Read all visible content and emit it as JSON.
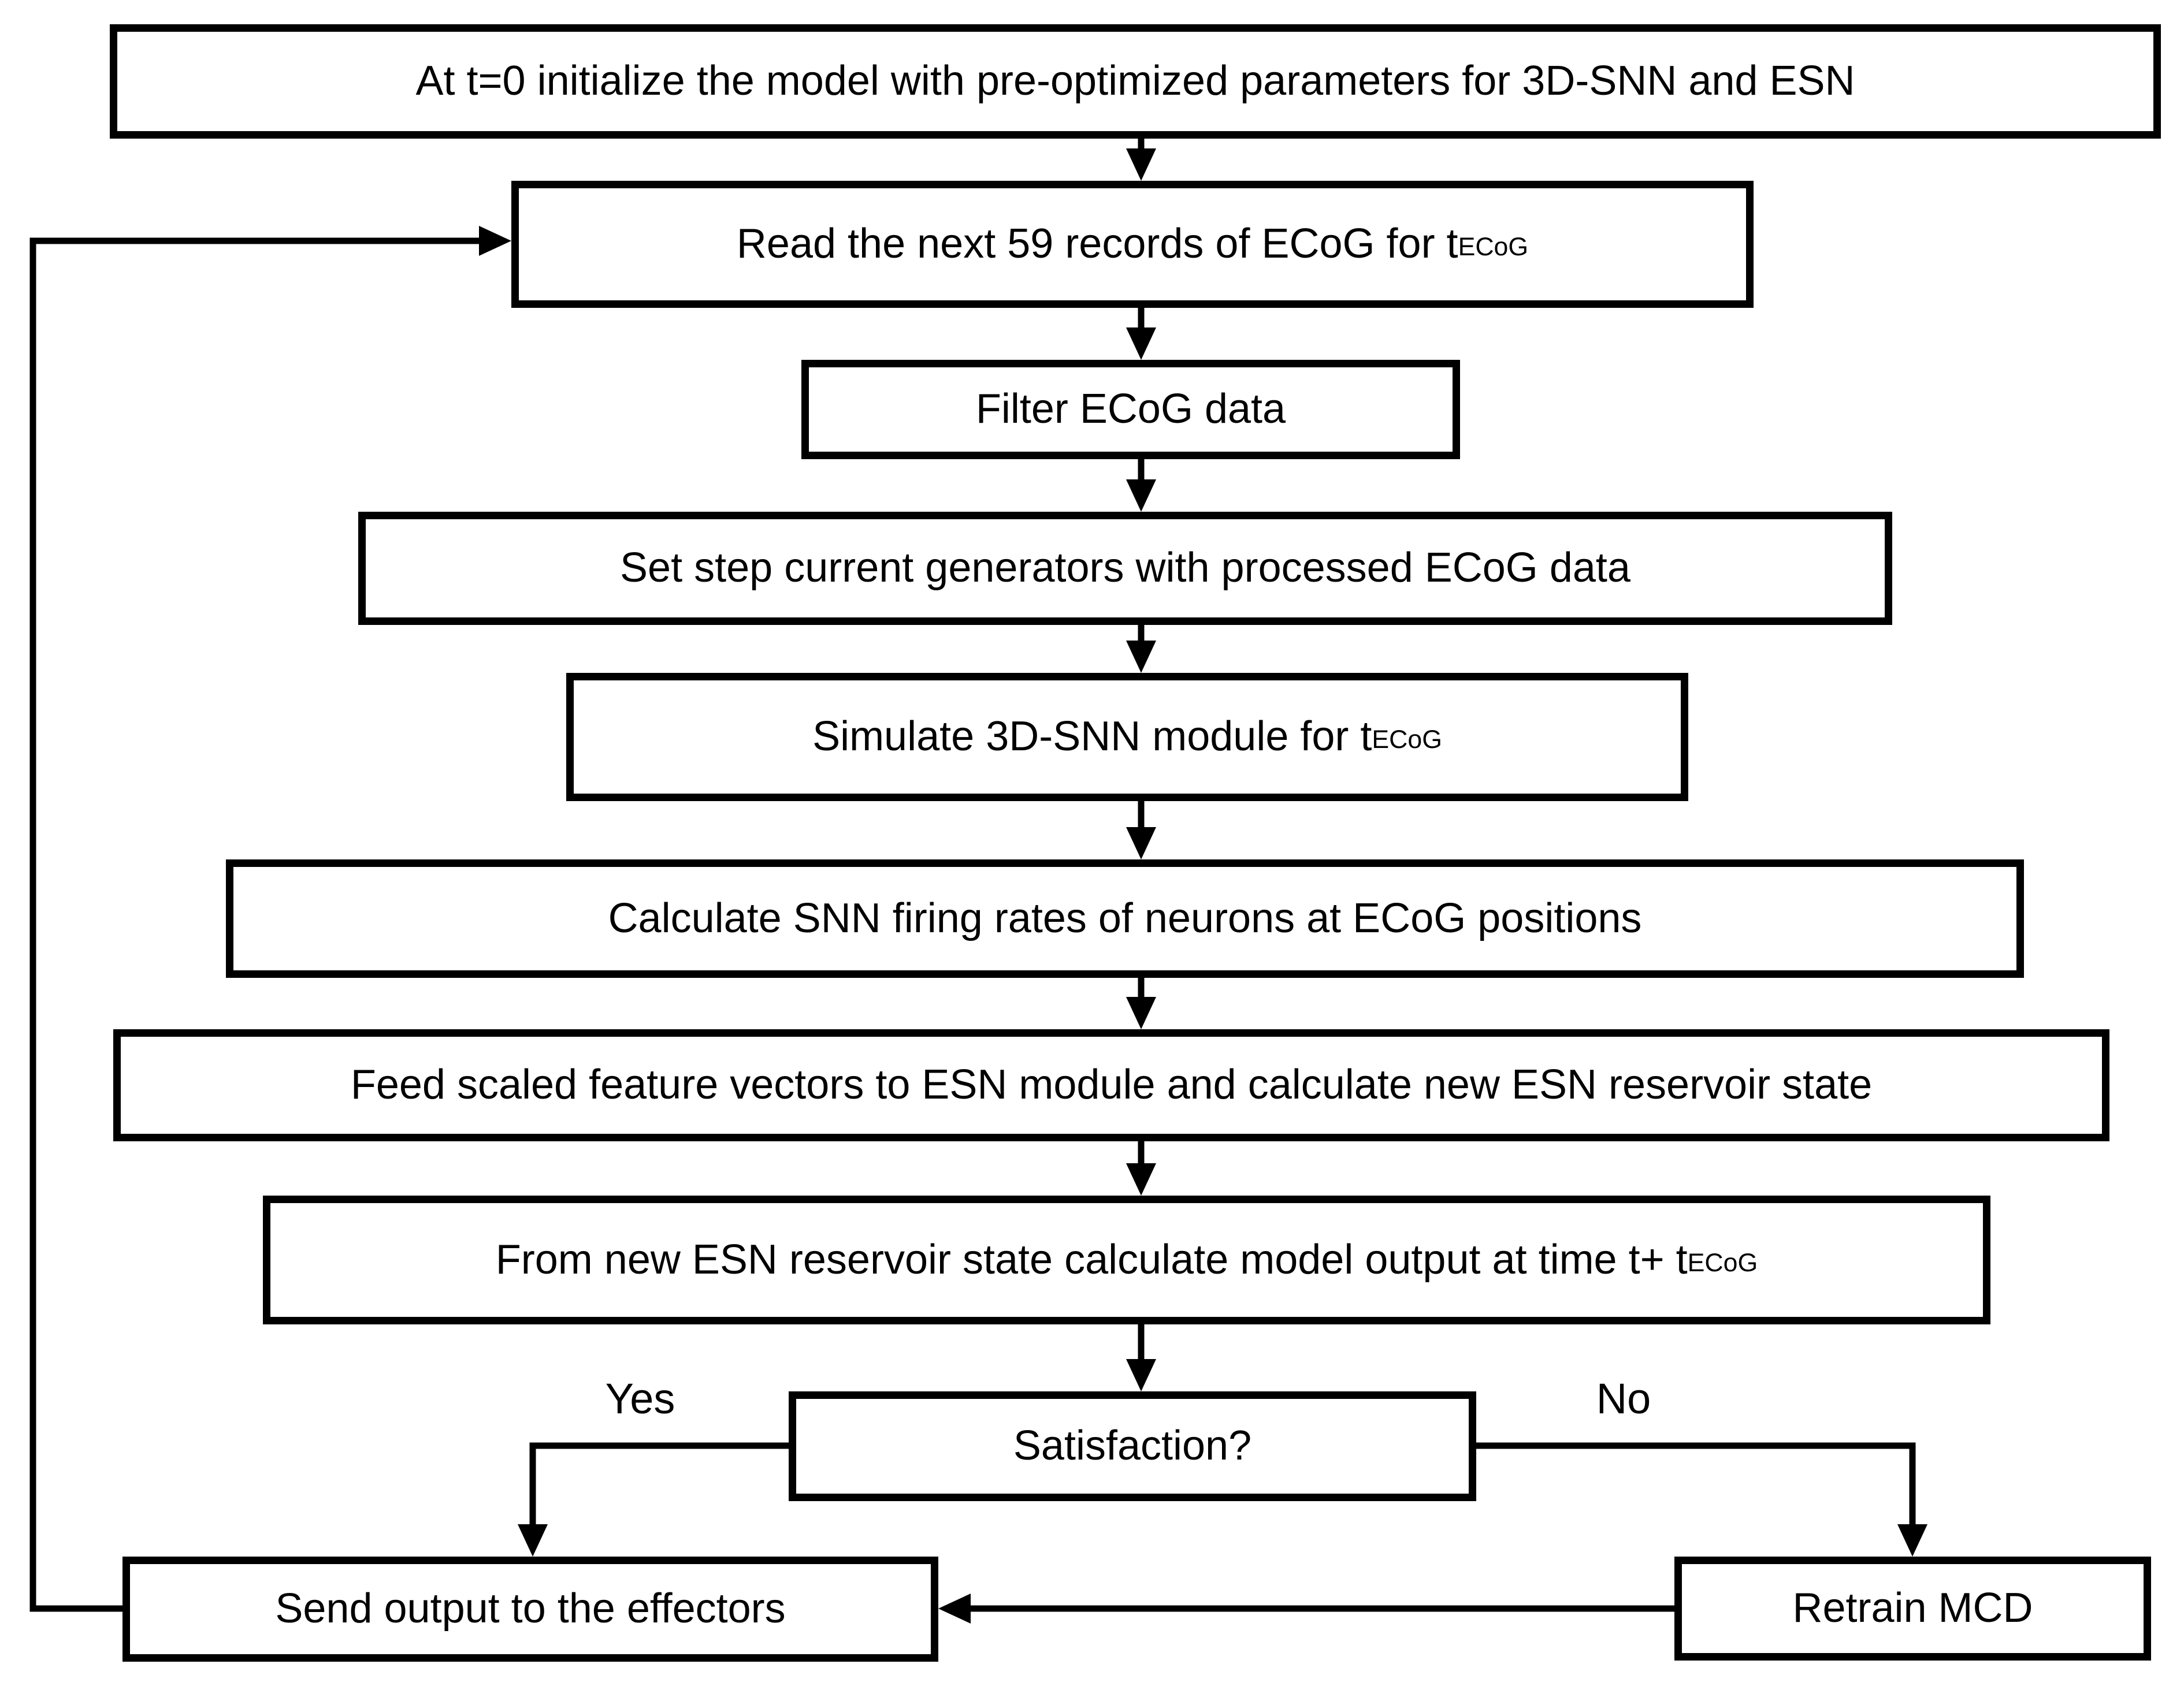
{
  "diagram": {
    "type": "flowchart",
    "colors": {
      "line": "#000000",
      "text": "#000000",
      "background": "#ffffff",
      "node_fill": "#ffffff"
    },
    "nodes": {
      "init": {
        "label": "At t=0 initialize the model with pre-optimized parameters for 3D-SNN and ESN",
        "sub": ""
      },
      "read": {
        "label": "Read the next 59 records of ECoG for t",
        "sub": "ECoG"
      },
      "filter": {
        "label": "Filter ECoG data",
        "sub": ""
      },
      "set_generators": {
        "label": "Set step current generators with processed ECoG data",
        "sub": ""
      },
      "simulate": {
        "label": "Simulate 3D-SNN module for t",
        "sub": "ECoG"
      },
      "firing_rates": {
        "label": "Calculate SNN firing rates of neurons at ECoG positions",
        "sub": ""
      },
      "feed_esn": {
        "label": "Feed scaled feature vectors to ESN module and calculate new ESN reservoir state",
        "sub": ""
      },
      "model_output": {
        "label": "From new ESN reservoir state calculate model output at time t+ t",
        "sub": "ECoG"
      },
      "satisfaction": {
        "label": "Satisfaction?",
        "sub": ""
      },
      "send_output": {
        "label": "Send output to the effectors",
        "sub": ""
      },
      "retrain": {
        "label": "Retrain MCD",
        "sub": ""
      }
    },
    "branches": {
      "yes": "Yes",
      "no": "No"
    },
    "edges": [
      "init -> read",
      "read -> filter",
      "filter -> set_generators",
      "set_generators -> simulate",
      "simulate -> firing_rates",
      "firing_rates -> feed_esn",
      "feed_esn -> model_output",
      "model_output -> satisfaction",
      "satisfaction -(Yes)-> send_output",
      "satisfaction -(No)-> retrain",
      "retrain -> send_output",
      "send_output -> read"
    ]
  }
}
